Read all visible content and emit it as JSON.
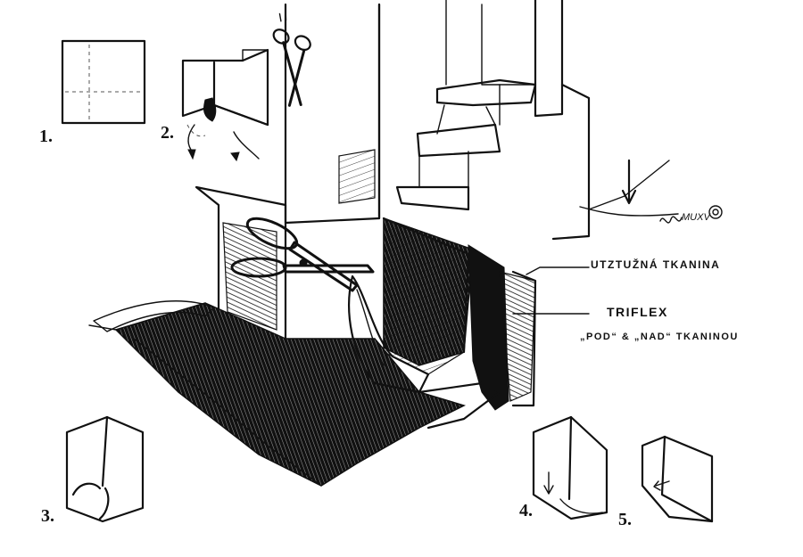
{
  "labels": {
    "reinforcing_fabric": "UTZTUŽNÁ TKANINA",
    "triflex_line1": "TRIFLEX",
    "triflex_line2": "„POD“ & „NAD“ TKANINOU"
  },
  "steps": [
    "1.",
    "2.",
    "3.",
    "4.",
    "5."
  ],
  "signature": "MUXV",
  "icons": [
    "scissors-icon",
    "scissors-large-icon",
    "signature-mark"
  ],
  "colors": {
    "ink": "#111111",
    "paper": "#ffffff"
  }
}
